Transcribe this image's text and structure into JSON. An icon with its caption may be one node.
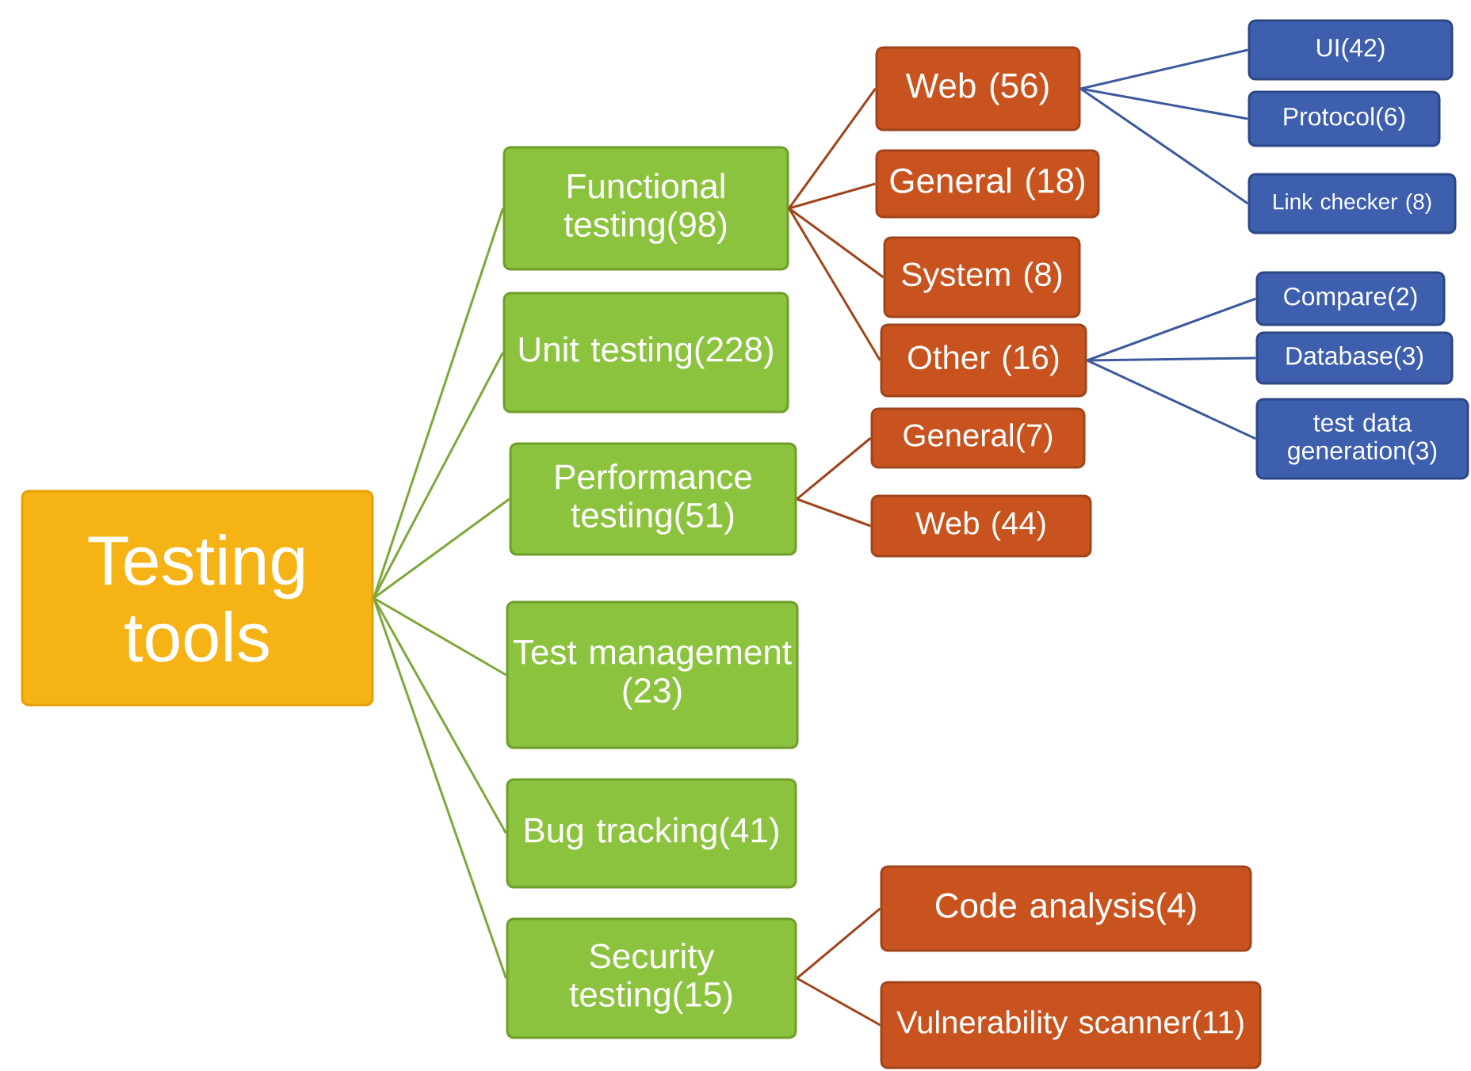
{
  "diagram": {
    "nodes": [
      {
        "text": [
          "Testing tools"
        ]
      },
      {
        "text": [
          "Functional testing(98)"
        ]
      },
      {
        "text": [
          "Unit testing(228)"
        ]
      },
      {
        "text": [
          "Performance testing(51)"
        ]
      },
      {
        "text": [
          "Test management (23)"
        ]
      },
      {
        "text": [
          "Bug tracking(41)"
        ]
      },
      {
        "text": [
          "Security testing(15)"
        ]
      },
      {
        "text": [
          "Web (56)"
        ]
      },
      {
        "text": [
          "General (18)"
        ]
      },
      {
        "text": [
          "System (8)"
        ]
      },
      {
        "text": [
          "Other (16)"
        ]
      },
      {
        "text": [
          "UI(42)"
        ]
      },
      {
        "text": [
          "Protocol(6)"
        ]
      },
      {
        "text": [
          "Link checker (8)"
        ]
      },
      {
        "text": [
          "Compare(2)"
        ]
      },
      {
        "text": [
          "Database(3)"
        ]
      },
      {
        "text": [
          "test data generation(3)"
        ]
      },
      {
        "text": [
          "General(7)"
        ]
      },
      {
        "text": [
          "Web (44)"
        ]
      },
      {
        "text": [
          "Code analysis(4)"
        ]
      },
      {
        "text": [
          "Vulnerability scanner(11)"
        ]
      }
    ],
    "edges": [
      {
        "from": 0,
        "to": 1,
        "arrow": "none",
        "color": "#7ea83a"
      },
      {
        "from": 0,
        "to": 2,
        "arrow": "none",
        "color": "#7ea83a"
      },
      {
        "from": 0,
        "to": 3,
        "arrow": "none",
        "color": "#7ea83a"
      },
      {
        "from": 0,
        "to": 4,
        "arrow": "none",
        "color": "#7ea83a"
      },
      {
        "from": 0,
        "to": 5,
        "arrow": "none",
        "color": "#7ea83a"
      },
      {
        "from": 0,
        "to": 6,
        "arrow": "none",
        "color": "#7ea83a"
      },
      {
        "from": 1,
        "to": 7,
        "arrow": "none",
        "color": "#a0441c"
      },
      {
        "from": 1,
        "to": 8,
        "arrow": "none",
        "color": "#a0441c"
      },
      {
        "from": 1,
        "to": 9,
        "arrow": "none",
        "color": "#a0441c"
      },
      {
        "from": 1,
        "to": 10,
        "arrow": "none",
        "color": "#a0441c"
      },
      {
        "from": 7,
        "to": 11,
        "arrow": "none",
        "color": "#3d5a9e"
      },
      {
        "from": 7,
        "to": 12,
        "arrow": "none",
        "color": "#3d5a9e"
      },
      {
        "from": 7,
        "to": 13,
        "arrow": "none",
        "color": "#3d5a9e"
      },
      {
        "from": 10,
        "to": 14,
        "arrow": "none",
        "color": "#3d5a9e"
      },
      {
        "from": 10,
        "to": 15,
        "arrow": "none",
        "color": "#3d5a9e"
      },
      {
        "from": 10,
        "to": 16,
        "arrow": "none",
        "color": "#3d5a9e"
      },
      {
        "from": 3,
        "to": 17,
        "arrow": "none",
        "color": "#a0441c"
      },
      {
        "from": 3,
        "to": 18,
        "arrow": "none",
        "color": "#a0441c"
      },
      {
        "from": 6,
        "to": 19,
        "arrow": "none",
        "color": "#a0441c"
      },
      {
        "from": 6,
        "to": 20,
        "arrow": "none",
        "color": "#a0441c"
      }
    ]
  }
}
